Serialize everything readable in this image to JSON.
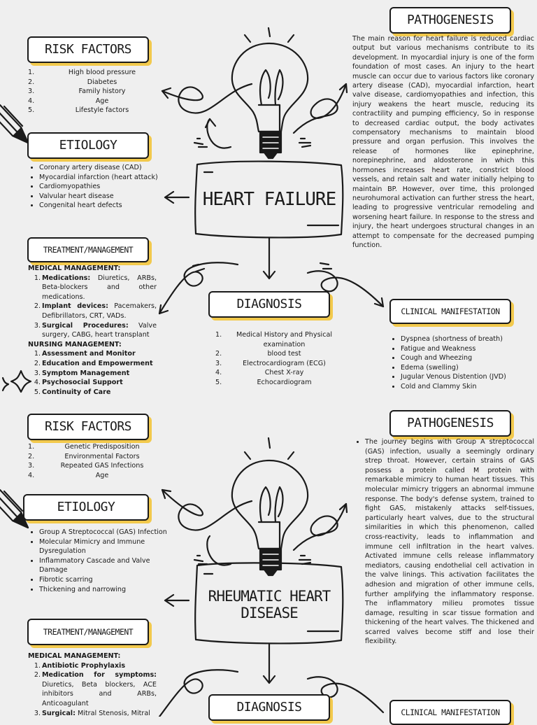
{
  "sec1": {
    "title": "HEART FAILURE",
    "risk_factors": {
      "label": "RISK FACTORS",
      "items": [
        "High blood pressure",
        "Diabetes",
        "Family history",
        "Age",
        "Lifestyle factors"
      ]
    },
    "etiology": {
      "label": "ETIOLOGY",
      "items": [
        "Coronary artery disease (CAD)",
        "Myocardial infarction (heart attack)",
        "Cardiomyopathies",
        "Valvular heart disease",
        "Congenital heart defects"
      ]
    },
    "treatment": {
      "label": "TREATMENT/MANAGEMENT",
      "medical_heading": "MEDICAL MANAGEMENT:",
      "medical": [
        {
          "b": "Medications:",
          "t": " Diuretics, ARBs, Beta-blockers and other medications."
        },
        {
          "b": "Implant devices:",
          "t": " Pacemakers, Defibrillators, CRT, VADs."
        },
        {
          "b": "Surgical Procedures:",
          "t": " Valve surgery, CABG, heart transplant"
        }
      ],
      "nursing_heading": "NURSING MANAGEMENT:",
      "nursing": [
        "Assessment and Monitor",
        "Education and Empowerment",
        "Symptom Management",
        "Psychosocial Support",
        "Continuity of Care"
      ]
    },
    "diagnosis": {
      "label": "DIAGNOSIS",
      "items": [
        "Medical History and Physical examination",
        "blood test",
        "Electrocardiogram (ECG)",
        "Chest X-ray",
        "Echocardiogram"
      ]
    },
    "pathogenesis": {
      "label": "PATHOGENESIS",
      "text": "The main reason for heart failure is reduced cardiac output but various mechanisms contribute to its development. In myocardial injury is one of the form foundation of most cases. An injury to the heart muscle can occur due to various factors like coronary artery disease (CAD), myocardial infarction, heart valve disease, cardiomyopathies and infection, this injury weakens the heart muscle, reducing its contractility and pumping efficiency, So in response to decreased cardiac output, the body activates compensatory mechanisms to maintain blood pressure and organ perfusion. This involves the release of hormones like epinephrine, norepinephrine, and aldosterone in which this hormones increases heart rate, constrict blood vessels, and retain salt and water initially helping to maintain BP. However, over time, this prolonged neurohumoral activation can further stress the heart, leading to progressive ventricular remodeling and worsening heart failure. In response to the stress and injury, the heart undergoes structural changes in an attempt to compensate for the decreased pumping function."
    },
    "clinical": {
      "label": "CLINICAL MANIFESTATION",
      "items": [
        "Dyspnea (shortness of breath)",
        "Fatigue and Weakness",
        "Cough and Wheezing",
        "Edema (swelling)",
        "Jugular Venous Distention (JVD)",
        "Cold and Clammy Skin"
      ]
    }
  },
  "sec2": {
    "title": "RHEUMATIC HEART DISEASE",
    "risk_factors": {
      "label": "RISK FACTORS",
      "items": [
        "Genetic Predisposition",
        "Environmental Factors",
        "Repeated GAS Infections",
        "Age"
      ]
    },
    "etiology": {
      "label": "ETIOLOGY",
      "items": [
        "Group A Streptococcal (GAS) Infection",
        "Molecular Mimicry and Immune Dysregulation",
        "Inflammatory Cascade and Valve Damage",
        "Fibrotic scarring",
        "Thickening and narrowing"
      ]
    },
    "treatment": {
      "label": "TREATMENT/MANAGEMENT",
      "medical_heading": "MEDICAL MANAGEMENT:",
      "medical": [
        {
          "b": "Antibiotic Prophylaxis",
          "t": ""
        },
        {
          "b": "Medication for symptoms:",
          "t": " Diuretics, Beta blockers, ACE inhibitors and ARBs, Anticoagulant"
        },
        {
          "b": "Surgical:",
          "t": " Mitral Stenosis, Mitral"
        }
      ]
    },
    "diagnosis": {
      "label": "DIAGNOSIS"
    },
    "pathogenesis": {
      "label": "PATHOGENESIS",
      "text": "The journey begins with Group A streptococcal (GAS) infection, usually a seemingly ordinary strep throat. However, certain strains of GAS possess a protein called M protein with remarkable mimicry to human heart tissues. This molecular mimicry triggers an abnormal immune response. The body's defense system, trained to fight GAS, mistakenly attacks self-tissues, particularly heart valves, due to the structural similarities in which this phenomenon, called cross-reactivity, leads to inflammation and immune cell infiltration in the heart valves. Activated immune cells release inflammatory mediators, causing endothelial cell activation in the valve linings. This activation facilitates the adhesion and migration of other immune cells, further amplifying the inflammatory response. The inflammatory milieu promotes tissue damage, resulting in scar tissue formation and thickening of the heart valves. The thickened and scarred valves become stiff and lose their flexibility."
    },
    "clinical": {
      "label": "CLINICAL MANIFESTATION"
    }
  },
  "colors": {
    "accent": "#f2c94c",
    "ink": "#1a1a1a",
    "background": "#efefef"
  }
}
